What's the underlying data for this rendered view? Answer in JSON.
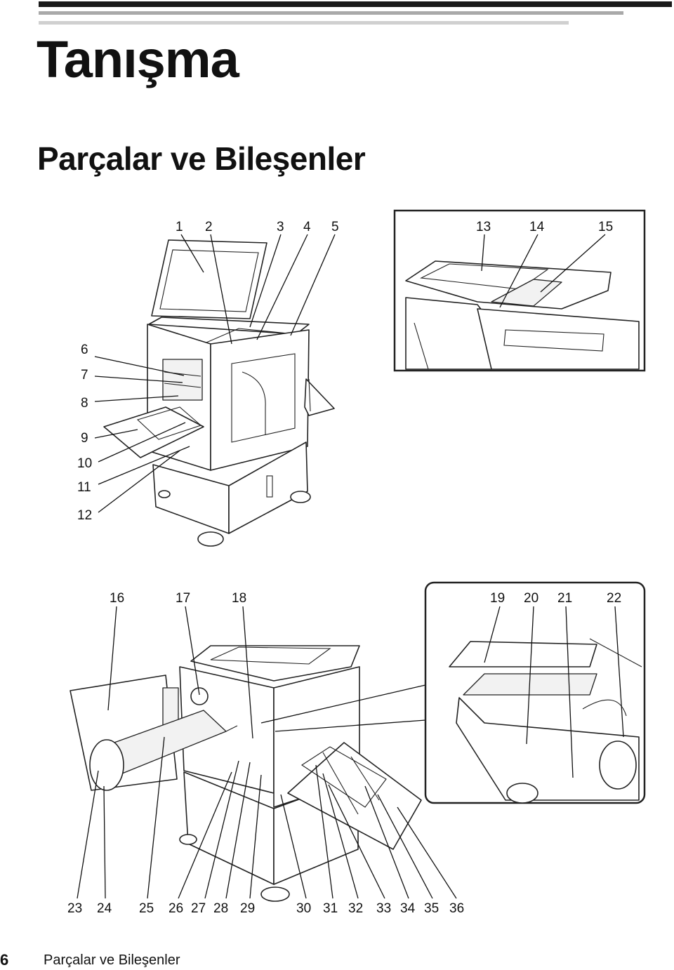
{
  "page": {
    "heading": "Tanışma",
    "subheading": "Parçalar ve Bileşenler",
    "footer_page_number": "6",
    "footer_text": "Parçalar ve Bileşenler"
  },
  "callouts": {
    "c1": "1",
    "c2": "2",
    "c3": "3",
    "c4": "4",
    "c5": "5",
    "c6": "6",
    "c7": "7",
    "c8": "8",
    "c9": "9",
    "c10": "10",
    "c11": "11",
    "c12": "12",
    "c13": "13",
    "c14": "14",
    "c15": "15",
    "c16": "16",
    "c17": "17",
    "c18": "18",
    "c19": "19",
    "c20": "20",
    "c21": "21",
    "c22": "22",
    "c23": "23",
    "c24": "24",
    "c25": "25",
    "c26": "26",
    "c27": "27",
    "c28": "28",
    "c29": "29",
    "c30": "30",
    "c31": "31",
    "c32": "32",
    "c33": "33",
    "c34": "34",
    "c35": "35",
    "c36": "36"
  }
}
